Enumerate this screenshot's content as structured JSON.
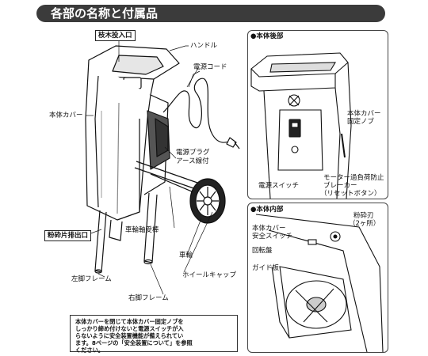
{
  "header": {
    "title": "各部の名称と付属品"
  },
  "main_labels": {
    "chip_inlet": "枝木投入口",
    "handle": "ハンドル",
    "power_cord": "電源コード",
    "body_cover": "本体カバー",
    "plug_line1": "電源プラグ",
    "plug_line2": "アース線付",
    "wheel_axle_bracket": "車輪軸受棒",
    "chip_outlet": "粉砕片排出口",
    "wheel": "車輪",
    "left_leg": "左脚フレーム",
    "wheel_cap": "ホイールキャップ",
    "right_leg": "右脚フレーム"
  },
  "rear_panel": {
    "title": "●本体後部",
    "cover_knob_l1": "本体カバー",
    "cover_knob_l2": "固定ノブ",
    "power_switch": "電源スイッチ",
    "breaker_l1": "モーター過負荷防止",
    "breaker_l2": "ブレーカー",
    "breaker_l3": "（リセットボタン）"
  },
  "inner_panel": {
    "title": "●本体内部",
    "blade_l1": "粉砕刃",
    "blade_l2": "（2ヶ所）",
    "safety_l1": "本体カバー",
    "safety_l2": "安全スイッチ",
    "rotor": "回転盤",
    "guide": "ガイド板"
  },
  "note": {
    "lines": [
      "本体カバーを閉じて本体カバー固定ノブを",
      "しっかり締め付けないと電源スイッチが入",
      "らないように安全装置機能が備えられてい",
      "ます。8ページの「安全装置について」を参照",
      "ください。"
    ]
  }
}
